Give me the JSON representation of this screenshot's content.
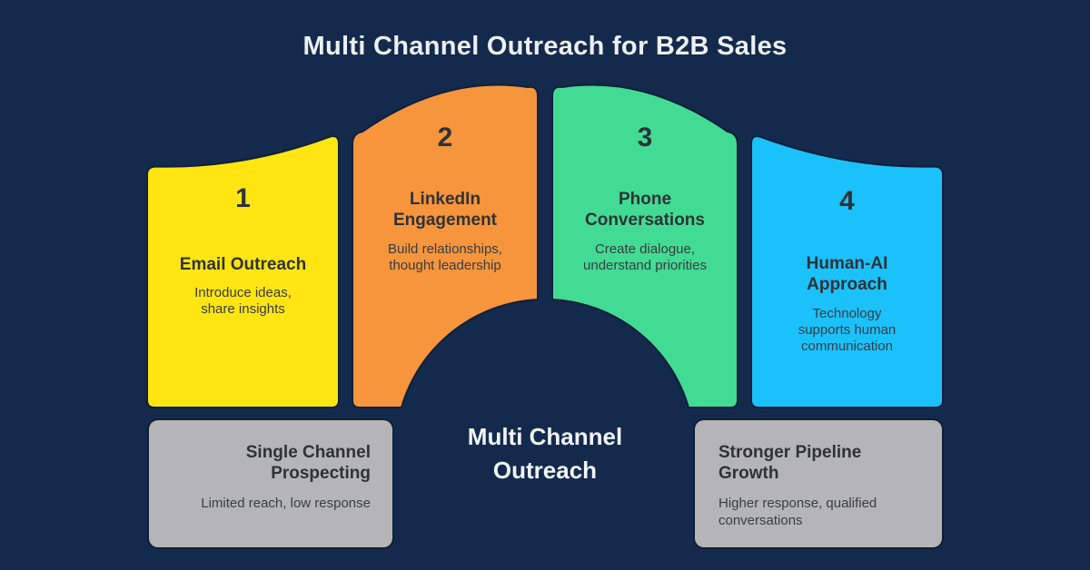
{
  "title": "Multi Channel Outreach for B2B Sales",
  "center_label": "Multi Channel\nOutreach",
  "colors": {
    "background": "#132A4D",
    "outcome_box_gray": "#B5B5B7",
    "heading_text": "#EDEFF2",
    "panel_text_dark": "#2F3237"
  },
  "panels": [
    {
      "number": "1",
      "title": "Email Outreach",
      "description": "Introduce ideas,\nshare insights",
      "color": "#FFE512"
    },
    {
      "number": "2",
      "title": "LinkedIn\nEngagement",
      "description": "Build relationships,\nthought leadership",
      "color": "#F6953B"
    },
    {
      "number": "3",
      "title": "Phone\nConversations",
      "description": "Create dialogue,\nunderstand priorities",
      "color": "#42DB93"
    },
    {
      "number": "4",
      "title": "Human-AI\nApproach",
      "description": "Technology\nsupports human\ncommunication",
      "color": "#1BC1FA"
    }
  ],
  "outcomes": [
    {
      "title": "Single Channel\nProspecting",
      "description": "Limited reach, low response"
    },
    {
      "title": "Stronger Pipeline\nGrowth",
      "description": "Higher response, qualified\nconversations"
    }
  ]
}
